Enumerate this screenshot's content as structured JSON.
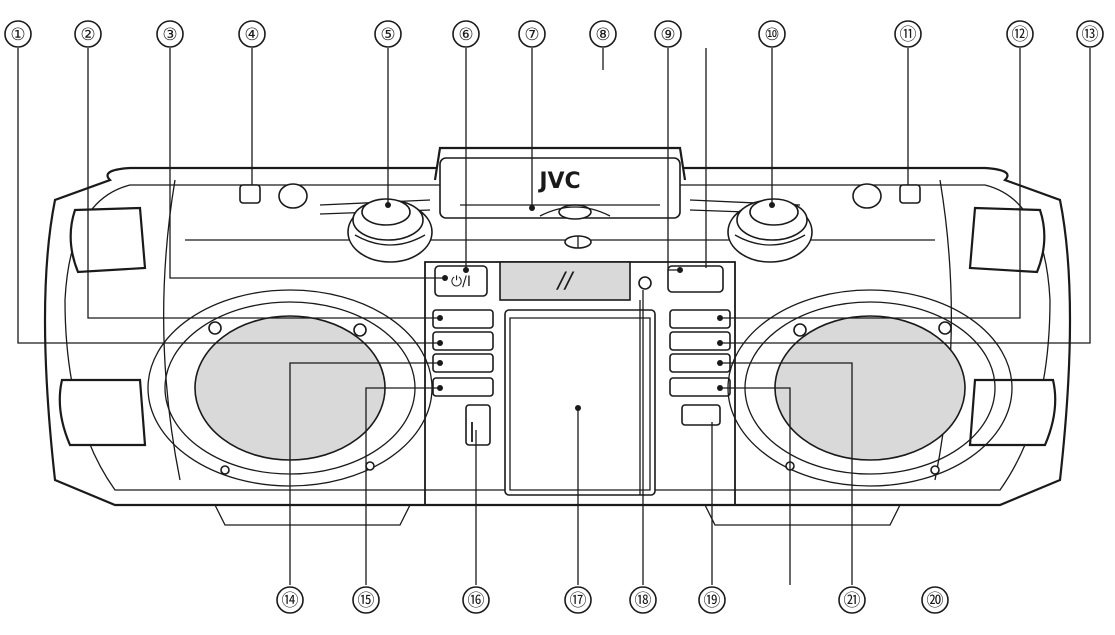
{
  "brand": "JVC",
  "display_text": "//",
  "power_symbol": "⏻/I",
  "callouts": [
    "①",
    "②",
    "③",
    "④",
    "⑤",
    "⑥",
    "⑦",
    "⑧",
    "⑨",
    "⑩",
    "⑪",
    "⑫",
    "⑬",
    "⑭",
    "⑮",
    "⑯",
    "⑰",
    "⑱",
    "⑲",
    "㉑",
    "⑳"
  ]
}
